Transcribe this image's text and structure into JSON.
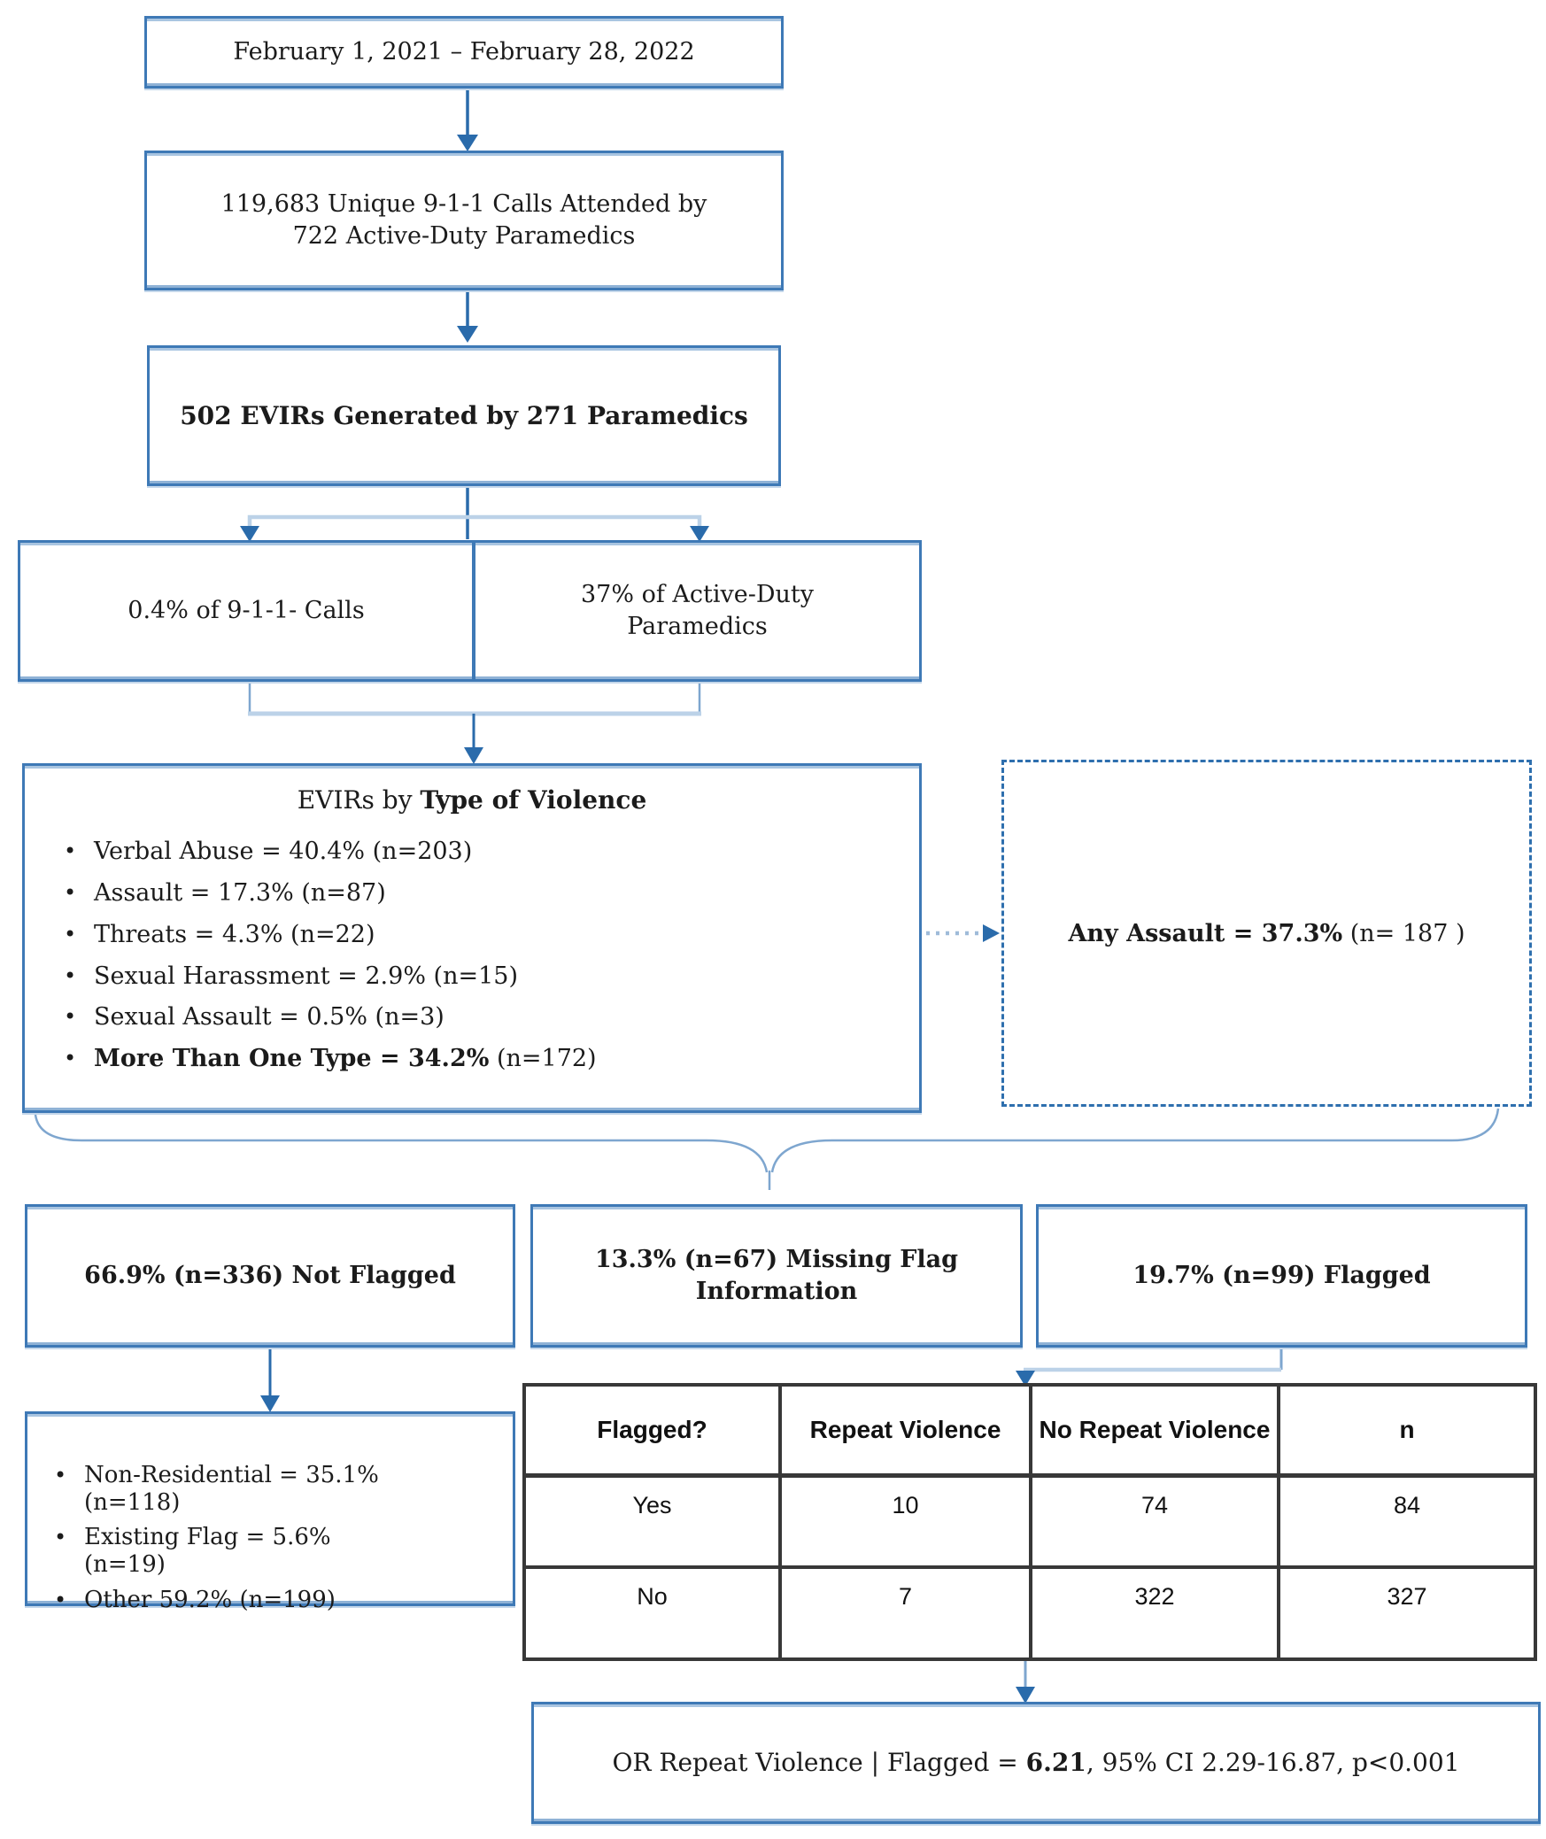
{
  "colors": {
    "box_border_blue": "#3e79b6",
    "arrow_dark_blue": "#2a6bab",
    "connector_light_blue": "#bcd2e8",
    "connector_mid_blue": "#7ea6cf",
    "table_border": "#383838",
    "text": "#1b1b1b"
  },
  "flow": {
    "date_box": "February 1, 2021 – February 28, 2022",
    "calls_box_line1": "119,683 Unique 9-1-1 Calls Attended by",
    "calls_box_line2": "722 Active-Duty Paramedics",
    "evir_total_box": "502 EVIRs Generated by 271 Paramedics",
    "pct_calls_box": "0.4% of 9-1-1- Calls",
    "pct_medics_line1": "37% of Active-Duty",
    "pct_medics_line2": "Paramedics"
  },
  "violence_box": {
    "title_normal": "EVIRs by ",
    "title_bold": "Type of Violence",
    "items": [
      "Verbal Abuse = 40.4% (n=203)",
      "Assault = 17.3% (n=87)",
      "Threats = 4.3% (n=22)",
      "Sexual Harassment = 2.9% (n=15)",
      "Sexual Assault = 0.5% (n=3)"
    ],
    "last_item_bold": "More Than One Type = 34.2%",
    "last_item_normal": " (n=172)"
  },
  "assault_box": {
    "bold": "Any Assault = 37.3%",
    "normal": " (n= 187 )"
  },
  "flag_boxes": {
    "not_flagged": "66.9% (n=336) Not Flagged",
    "missing_line1": "13.3% (n=67) Missing Flag",
    "missing_line2": "Information",
    "flagged": "19.7% (n=99) Flagged"
  },
  "not_flagged_details": [
    "Non-Residential = 35.1% (n=118)",
    "Existing Flag = 5.6% (n=19)",
    "Other 59.2% (n=199)"
  ],
  "table": {
    "headers": [
      "Flagged?",
      "Repeat Violence",
      "No Repeat Violence",
      "n"
    ],
    "rows": [
      [
        "Yes",
        "10",
        "74",
        "84"
      ],
      [
        "No",
        "7",
        "322",
        "327"
      ]
    ]
  },
  "result_box": {
    "prefix": "OR Repeat Violence | Flagged = ",
    "bold": "6.21",
    "suffix": ", 95% CI 2.29-16.87, p<0.001"
  }
}
